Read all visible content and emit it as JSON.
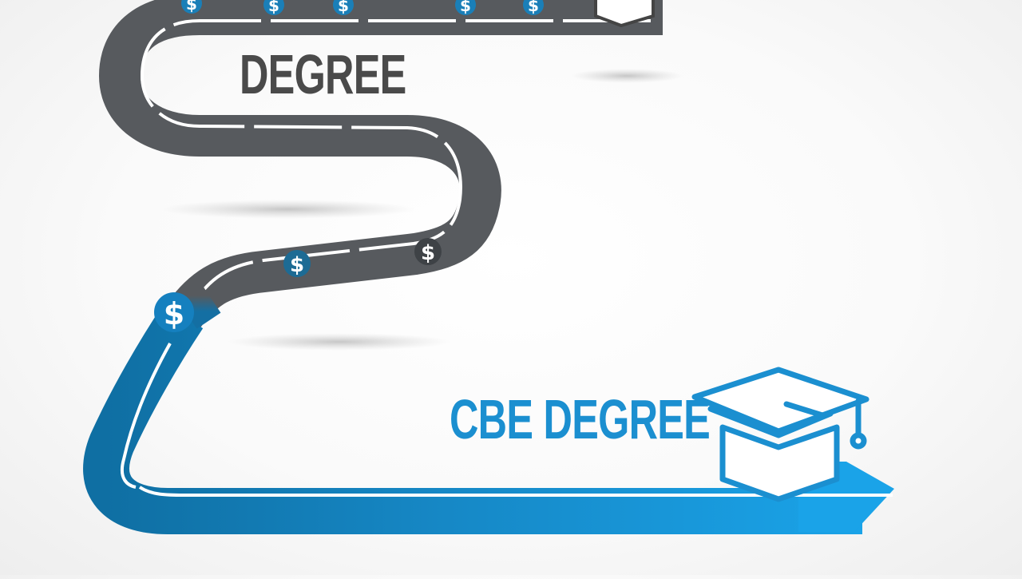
{
  "labels": {
    "traditional_path": "DEGREE",
    "cbe_path": "CBE DEGREE"
  },
  "icons": {
    "cost_marker": "dollar-sign-icon",
    "destination": "graduation-cap-icon"
  },
  "markers": {
    "dollar_symbol": "$",
    "count_on_gray_road": 8
  },
  "colors": {
    "gray_road": "#575a5e",
    "blue_road": "#1a95d6",
    "blue_road_dark": "#0f6fa3",
    "traditional_text": "#4a4a4a",
    "cbe_text": "#1b8fd0",
    "lane_line": "#ffffff",
    "cap_outline": "#1b8fd0"
  }
}
